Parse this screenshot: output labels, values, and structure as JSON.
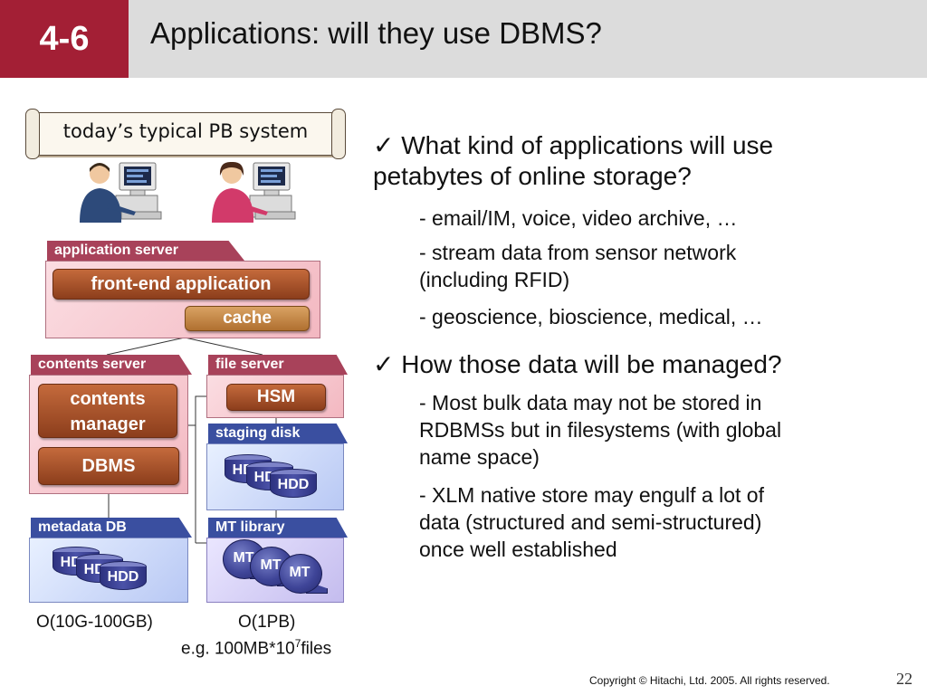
{
  "header": {
    "slide_number": "4-6",
    "title": "Applications: will they use DBMS?"
  },
  "diagram": {
    "banner": "today’s typical PB system",
    "application_server": {
      "label": "application server",
      "front_end": "front-end application",
      "cache": "cache"
    },
    "contents_server": {
      "label": "contents server",
      "manager_line1": "contents",
      "manager_line2": "manager",
      "dbms": "DBMS"
    },
    "file_server": {
      "label": "file server",
      "hsm": "HSM"
    },
    "staging_disk": {
      "label": "staging disk",
      "disks": [
        "HDD",
        "HDD",
        "HDD"
      ]
    },
    "metadata_db": {
      "label": "metadata DB",
      "disks": [
        "HDD",
        "HDD",
        "HDD"
      ]
    },
    "mt_library": {
      "label": "MT library",
      "tapes": [
        "MT",
        "MT",
        "MT"
      ]
    },
    "captions": {
      "left": "O(10G-100GB)",
      "right": "O(1PB)",
      "example_base": "e.g. 100MB*10",
      "example_exp": "7",
      "example_tail": "files"
    }
  },
  "bullets": [
    {
      "check": "✓",
      "question_line1": "What kind of applications will use",
      "question_line2": "petabytes of online storage?",
      "subs": [
        {
          "line1": "- email/IM, voice, video archive, …"
        },
        {
          "line1": "- stream data from sensor network",
          "line2": "(including RFID)"
        },
        {
          "line1": "- geoscience, bioscience, medical, …"
        }
      ]
    },
    {
      "check": "✓",
      "question_line1": "How those data will be managed?",
      "subs": [
        {
          "line1": "- Most bulk data may not be stored in",
          "line2": "RDBMSs but in filesystems (with global",
          "line3": "name space)"
        },
        {
          "line1": "- XLM native store may engulf a lot of",
          "line2": "data (structured and semi-structured)",
          "line3": "once well established"
        }
      ]
    }
  ],
  "footer": {
    "copyright": "Copyright © Hitachi, Ltd. 2005. All rights reserved.",
    "page": "22"
  }
}
